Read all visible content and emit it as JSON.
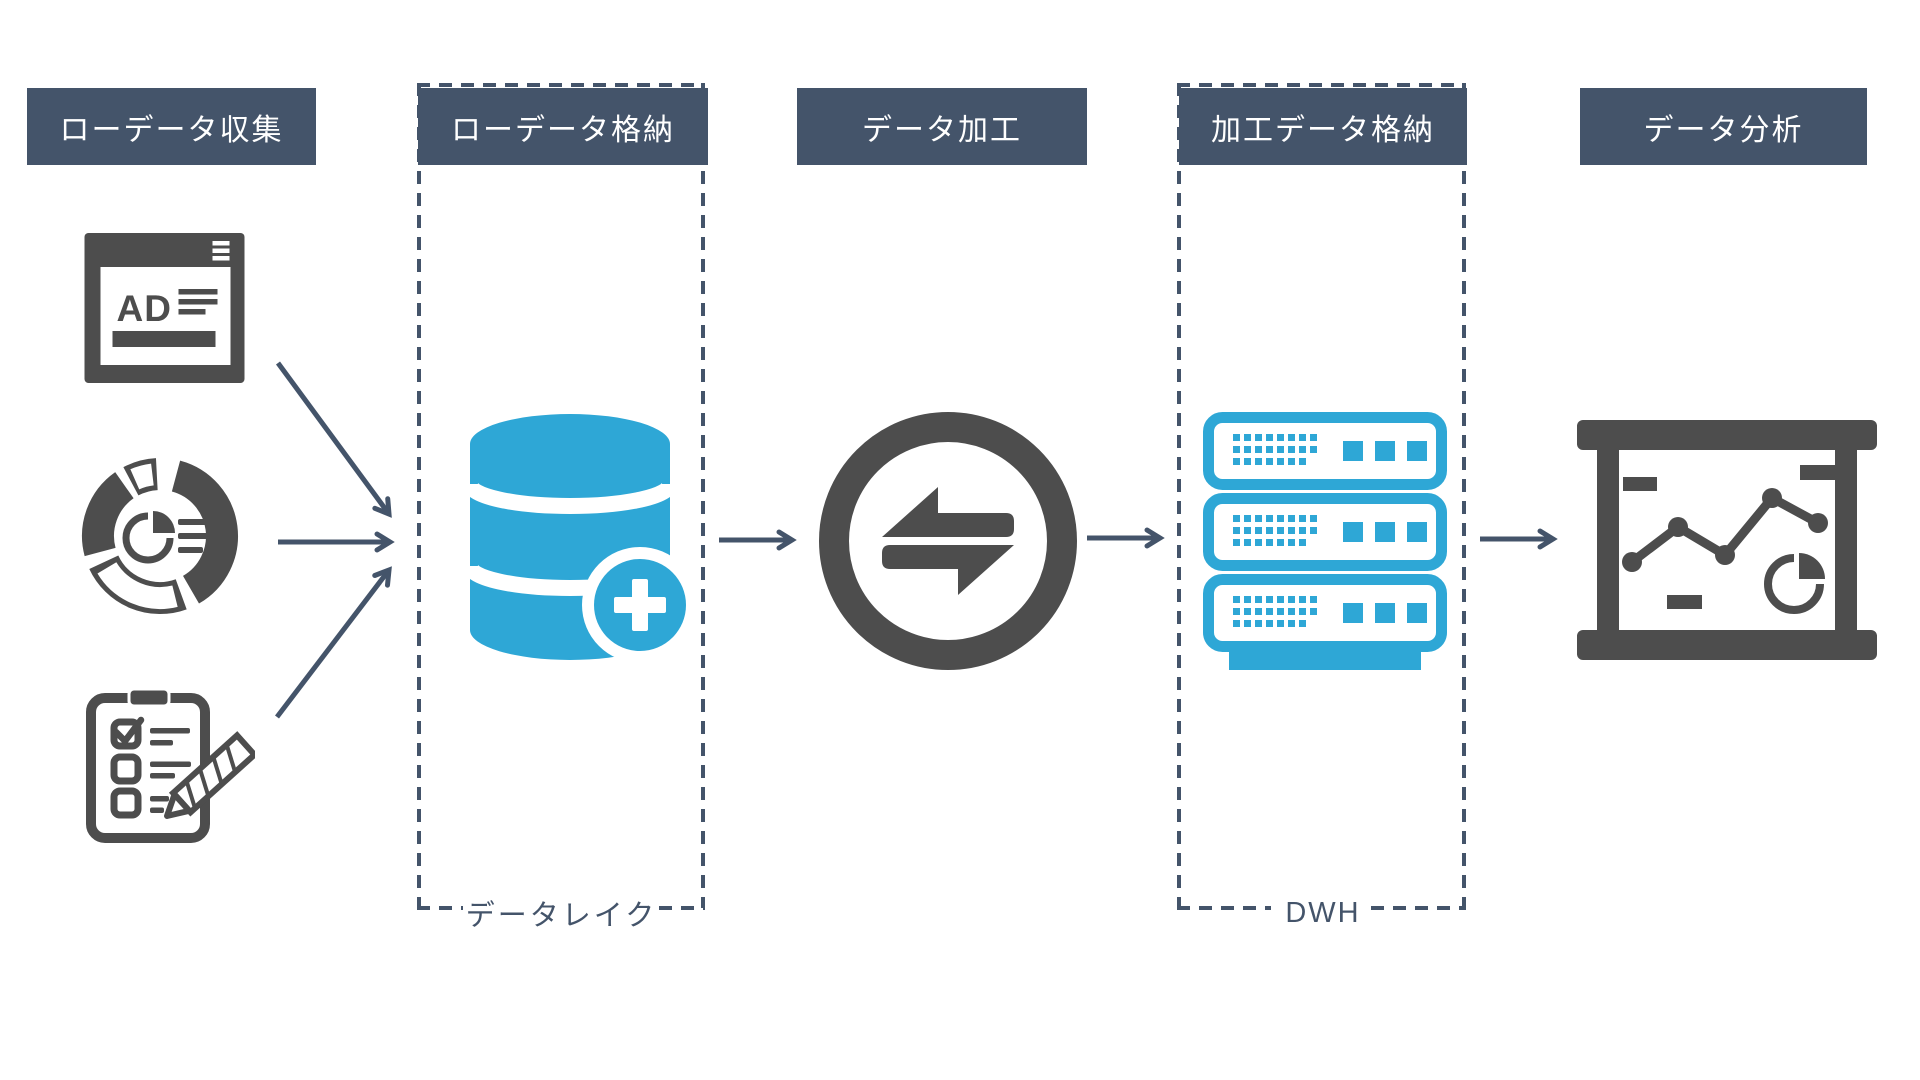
{
  "diagram": {
    "stages": [
      {
        "label": "ローデータ収集"
      },
      {
        "label": "ローデータ格納",
        "group_label": "データレイク"
      },
      {
        "label": "データ加工"
      },
      {
        "label": "加工データ格納",
        "group_label": "DWH"
      },
      {
        "label": "データ分析"
      }
    ],
    "ad_label": "AD",
    "icons": {
      "stage1_sources": [
        "ad-browser-icon",
        "donut-chart-icon",
        "survey-clipboard-icon"
      ],
      "stage2": "database-add-icon",
      "stage3": "data-transfer-icon",
      "stage4": "server-stack-icon",
      "stage5": "analytics-board-icon"
    },
    "colors": {
      "header_bg": "#44546A",
      "header_text": "#FFFFFF",
      "dashed_line": "#44546A",
      "arrow": "#44546A",
      "icon_gray": "#4D4D4D",
      "icon_blue": "#2EA7D6",
      "background": "#FFFFFF"
    }
  }
}
